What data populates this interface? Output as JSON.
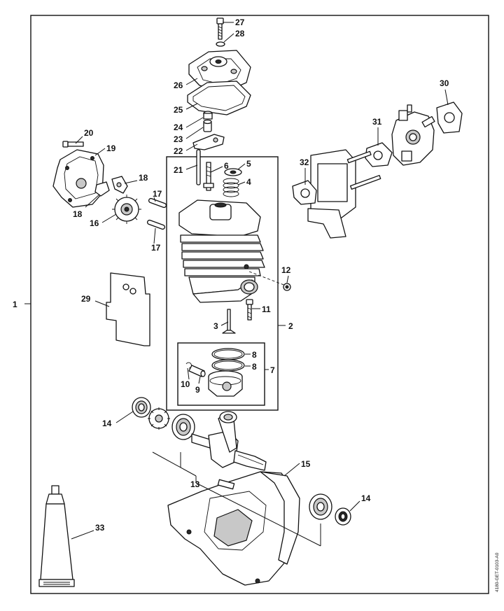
{
  "doc_code": "4180-GET-0103-A0",
  "labels": {
    "p1": "1",
    "p2": "2",
    "p3": "3",
    "p4": "4",
    "p5": "5",
    "p6": "6",
    "p7": "7",
    "p8a": "8",
    "p8b": "8",
    "p9": "9",
    "p10": "10",
    "p11": "11",
    "p12": "12",
    "p13": "13",
    "p14a": "14",
    "p14b": "14",
    "p15": "15",
    "p16": "16",
    "p17a": "17",
    "p17b": "17",
    "p18a": "18",
    "p18b": "18",
    "p19": "19",
    "p20": "20",
    "p21": "21",
    "p22": "22",
    "p23": "23",
    "p24": "24",
    "p25": "25",
    "p26": "26",
    "p27": "27",
    "p28": "28",
    "p29": "29",
    "p30": "30",
    "p31": "31",
    "p32": "32",
    "p33": "33"
  }
}
